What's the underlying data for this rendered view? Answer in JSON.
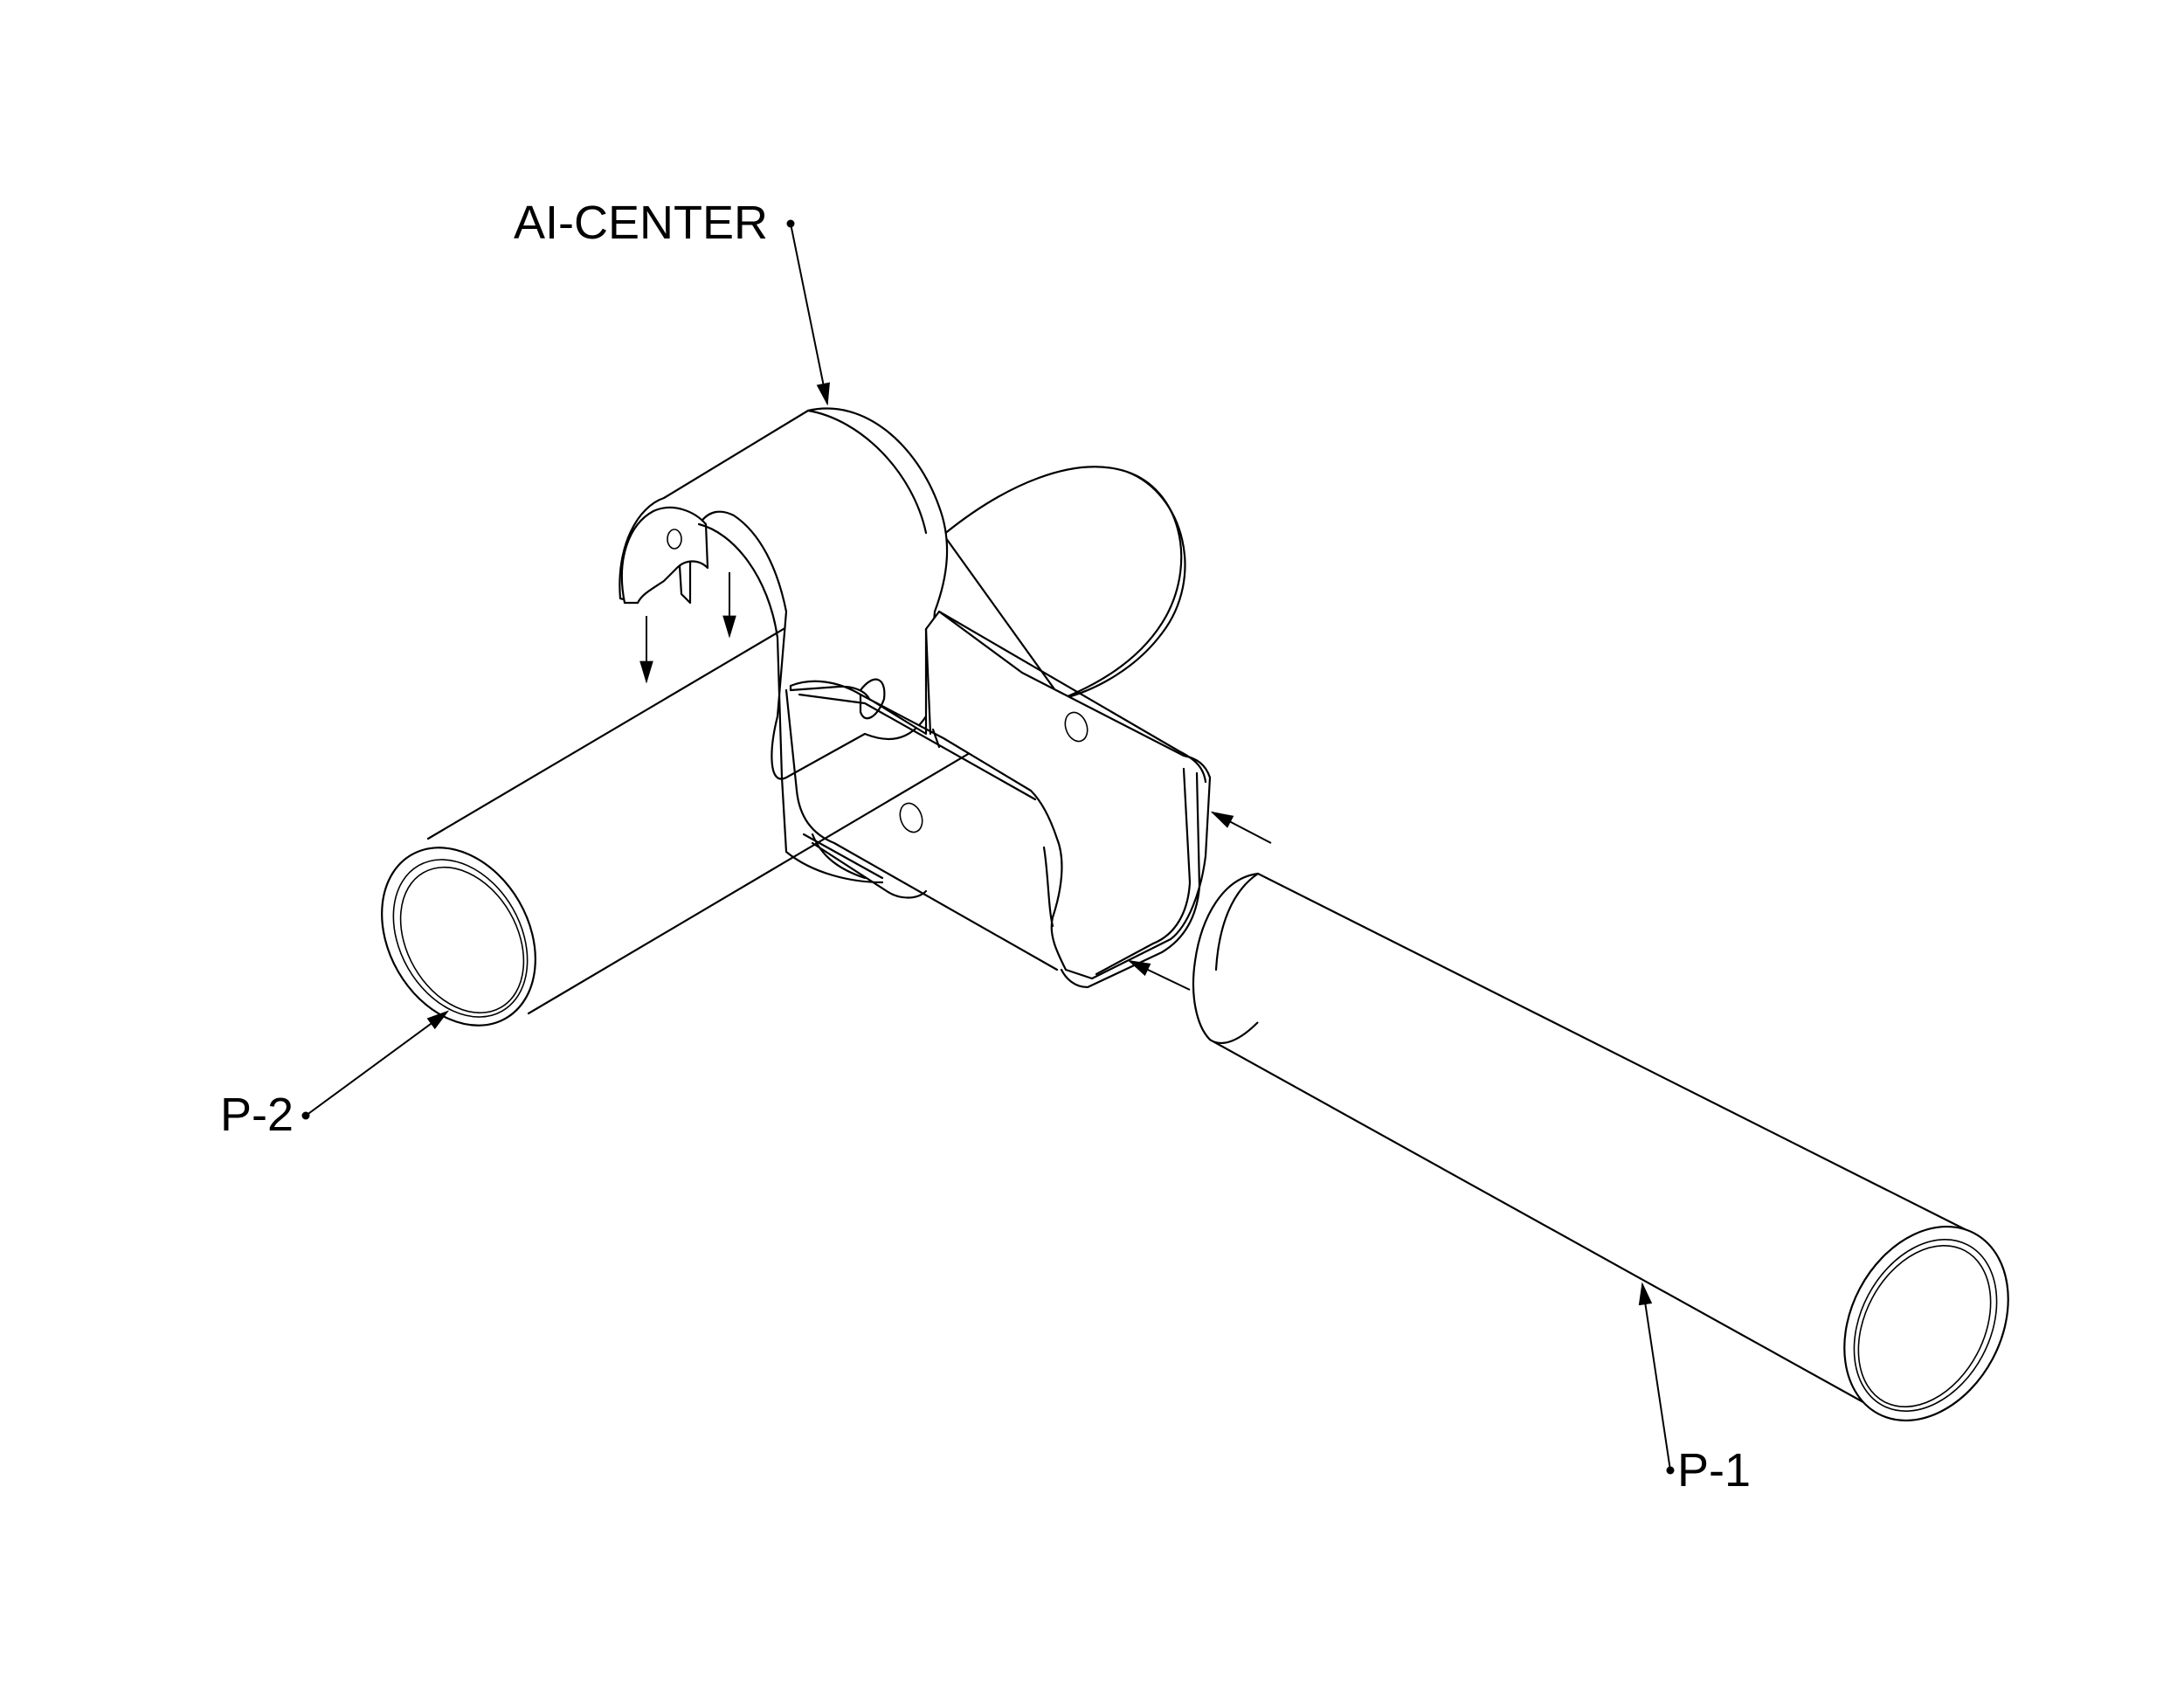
{
  "diagram": {
    "callouts": {
      "center": "AI-CENTER",
      "p2": "P-2",
      "p1": "P-1"
    }
  }
}
